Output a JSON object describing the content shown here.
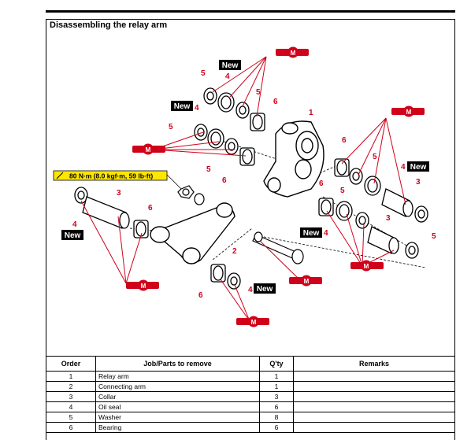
{
  "page": {
    "title": "Disassembling the relay arm"
  },
  "torque": {
    "label": "80 N·m (8.0 kgf·m, 59 lb·ft)"
  },
  "badges": {
    "new": "New",
    "grease": "M"
  },
  "callouts": [
    "1",
    "2",
    "3",
    "4",
    "5",
    "6"
  ],
  "table": {
    "headers": {
      "order": "Order",
      "job": "Job/Parts to remove",
      "qty": "Q'ty",
      "remarks": "Remarks"
    },
    "rows": [
      {
        "order": "1",
        "job": "Relay arm",
        "qty": "1",
        "remarks": ""
      },
      {
        "order": "2",
        "job": "Connecting arm",
        "qty": "1",
        "remarks": ""
      },
      {
        "order": "3",
        "job": "Collar",
        "qty": "3",
        "remarks": ""
      },
      {
        "order": "4",
        "job": "Oil seal",
        "qty": "6",
        "remarks": ""
      },
      {
        "order": "5",
        "job": "Washer",
        "qty": "8",
        "remarks": ""
      },
      {
        "order": "6",
        "job": "Bearing",
        "qty": "6",
        "remarks": ""
      }
    ]
  },
  "colors": {
    "callout": "#d0021b",
    "badge_bg": "#000000",
    "torque_bg": "#ffe600"
  }
}
